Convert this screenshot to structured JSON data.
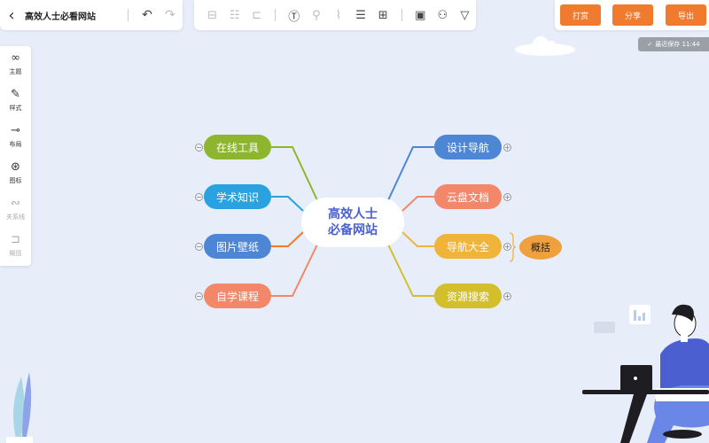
{
  "header": {
    "title": "高效人士必看网站",
    "back_icon": "chevron-left-icon",
    "undo_icon": "undo-icon",
    "redo_icon": "redo-icon"
  },
  "toolbar": {
    "icons": [
      "insert-sibling-icon",
      "insert-child-icon",
      "insert-parent-icon",
      "text-box-icon",
      "format-painter-icon",
      "attachment-icon",
      "list-icon",
      "layout-icon",
      "save-icon",
      "collaborators-icon",
      "more-icon"
    ]
  },
  "actions": {
    "reward": "打赏",
    "share": "分享",
    "export": "导出",
    "accent": "#f07a2e"
  },
  "status": {
    "saved": "最近保存 11:44"
  },
  "sidebar": {
    "items": [
      {
        "label": "主题",
        "icon": "theme-icon"
      },
      {
        "label": "样式",
        "icon": "style-icon"
      },
      {
        "label": "布局",
        "icon": "layout-icon"
      },
      {
        "label": "图标",
        "icon": "star-icon"
      },
      {
        "label": "关系线",
        "icon": "relation-icon"
      },
      {
        "label": "概括",
        "icon": "summary-icon"
      }
    ]
  },
  "mindmap": {
    "center": {
      "line1": "高效人士",
      "line2": "必备网站",
      "color": "#4a5fd0"
    },
    "left": [
      {
        "label": "在线工具",
        "color": "#8db52e"
      },
      {
        "label": "学术知识",
        "color": "#2aa2e0"
      },
      {
        "label": "图片壁纸",
        "color": "#4e86d6"
      },
      {
        "label": "自学课程",
        "color": "#f2876a"
      }
    ],
    "right": [
      {
        "label": "设计导航",
        "color": "#4e86d6"
      },
      {
        "label": "云盘文档",
        "color": "#f2876a"
      },
      {
        "label": "导航大全",
        "color": "#f0b43a"
      },
      {
        "label": "资源搜索",
        "color": "#d3bf2c"
      }
    ],
    "summary": {
      "label": "概括",
      "color": "#efa03f"
    }
  }
}
